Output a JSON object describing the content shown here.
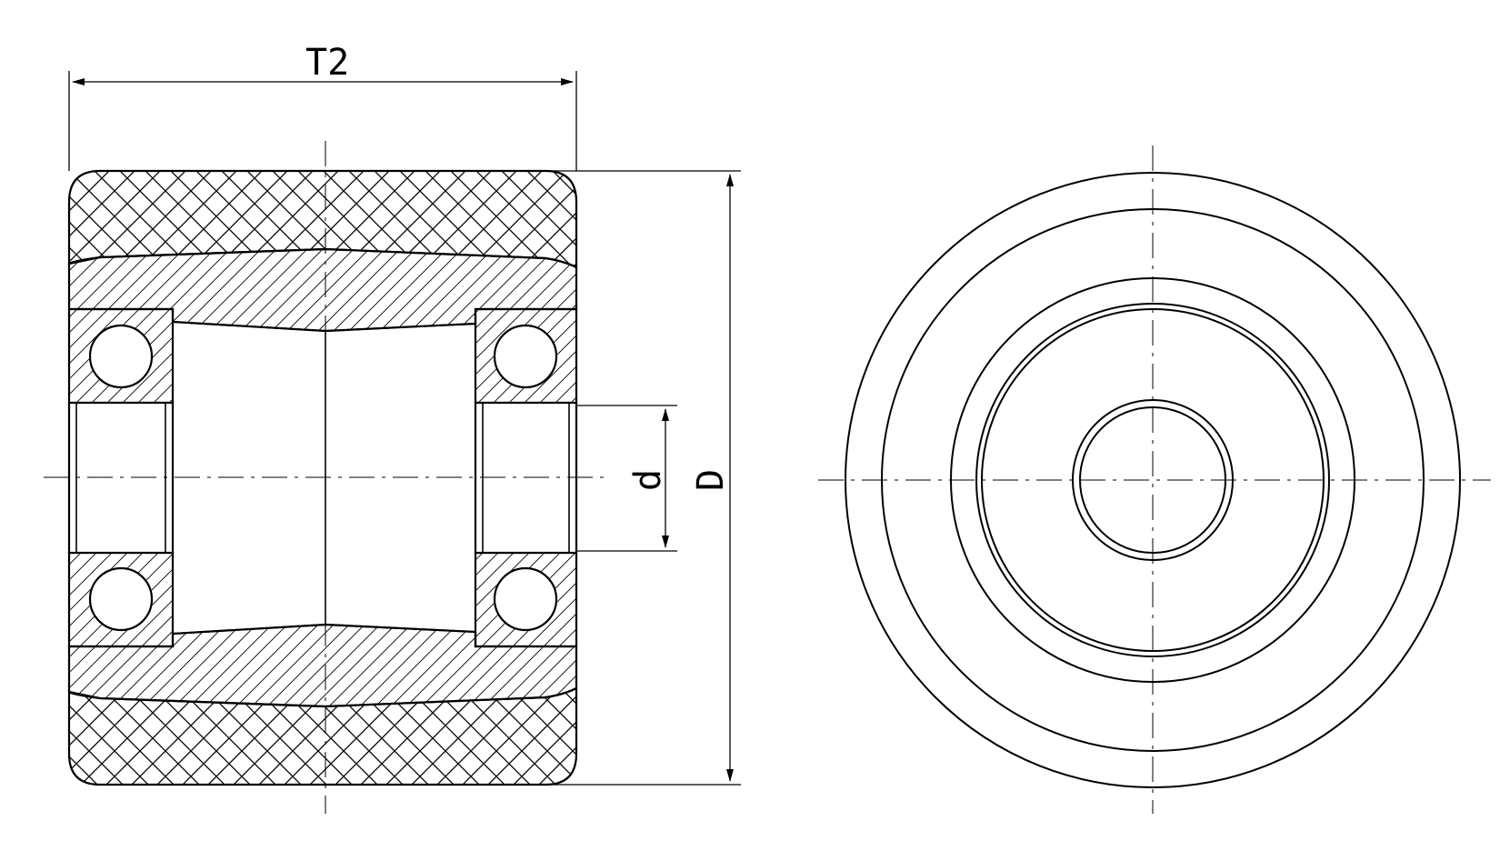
{
  "drawing": {
    "title": "",
    "stroke_color": "#000000",
    "background_color": "#ffffff",
    "views": [
      {
        "name": "section-view",
        "description_label": ""
      },
      {
        "name": "end-view",
        "description_label": ""
      }
    ],
    "dimensions": {
      "width_label": "T2",
      "outer_diameter_label": "D",
      "bore_diameter_label": "d"
    }
  }
}
